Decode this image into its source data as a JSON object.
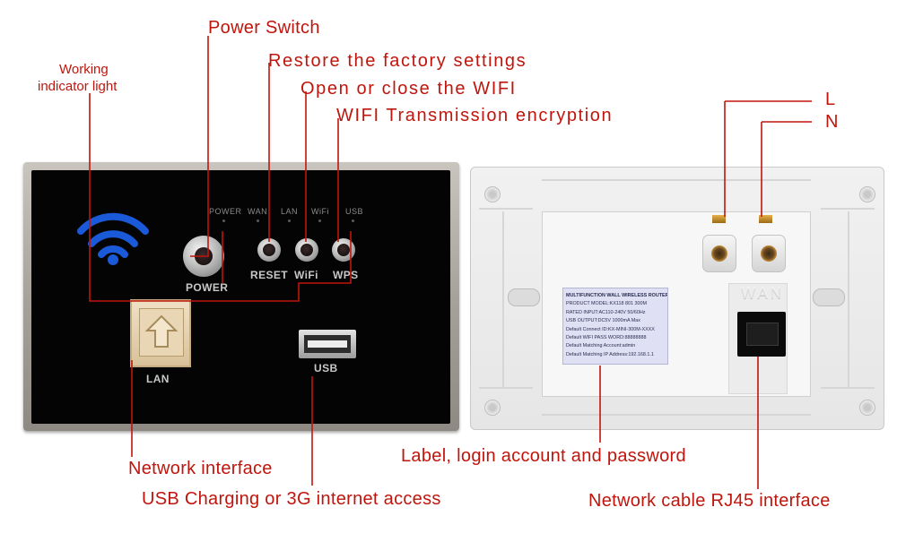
{
  "callouts": {
    "power_switch": "Power Switch",
    "restore": "Restore the factory settings",
    "wifi_toggle": "Open or close the WIFI",
    "wps": "WIFI Transmission encryption",
    "working_light_1": "Working",
    "working_light_2": "indicator light",
    "line_l": "L",
    "line_n": "N",
    "network_interface": "Network interface",
    "usb_charging": "USB Charging or 3G internet access",
    "label_login": "Label, login account and password",
    "rj45": "Network cable RJ45 interface"
  },
  "front_panel": {
    "led_labels": [
      "POWER",
      "WAN",
      "LAN",
      "WiFi",
      "USB"
    ],
    "button_labels": {
      "power": "POWER",
      "reset": "RESET",
      "wifi": "WiFi",
      "wps": "WPS"
    },
    "lan_label": "LAN",
    "usb_label": "USB"
  },
  "back_panel": {
    "wan_label": "WAN",
    "info_label_lines": [
      "MULTIFUNCTION WALL WIRELESS ROUTER",
      "PRODUCT MODEL:KX118 801 300M",
      "RATED INPUT:AC110-240V 50/60Hz",
      "USB OUTPUT:DC5V 1000mA Max",
      "Default Connect ID:KX-MINI-300M-XXXX",
      "Default WIFI PASS WORD:88888888",
      "Default Matching Account:admin",
      "Default Matching IP Address:192.168.1.1"
    ]
  },
  "colors": {
    "callout_red": "#c0150c",
    "wifi_blue": "#1a5ad8",
    "panel_black": "#040404"
  }
}
